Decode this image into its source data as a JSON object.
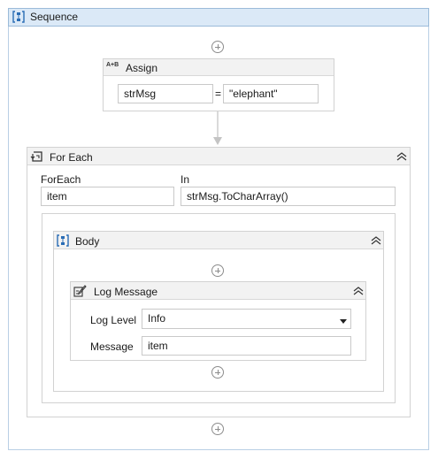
{
  "sequence": {
    "title": "Sequence"
  },
  "assign": {
    "title": "Assign",
    "icon_text": "A+B",
    "to_value": "strMsg",
    "equals": "=",
    "value": "\"elephant\""
  },
  "foreach": {
    "title": "For Each",
    "foreach_label": "ForEach",
    "in_label": "In",
    "item_value": "item",
    "in_value": "strMsg.ToCharArray()"
  },
  "body": {
    "title": "Body"
  },
  "log_message": {
    "title": "Log Message",
    "level_label": "Log Level",
    "level_value": "Info",
    "message_label": "Message",
    "message_value": "item"
  },
  "icons": {
    "sequence": "sequence-icon",
    "assign": "assign-icon",
    "foreach": "foreach-icon",
    "log": "log-message-icon",
    "add": "add-activity-icon",
    "collapse": "collapse-chevron-icon",
    "dropdown": "dropdown-arrow-icon"
  },
  "colors": {
    "sequence_header": "#dbe9f7",
    "icon_blue": "#2a6db5",
    "border": "#d2d2d2"
  }
}
